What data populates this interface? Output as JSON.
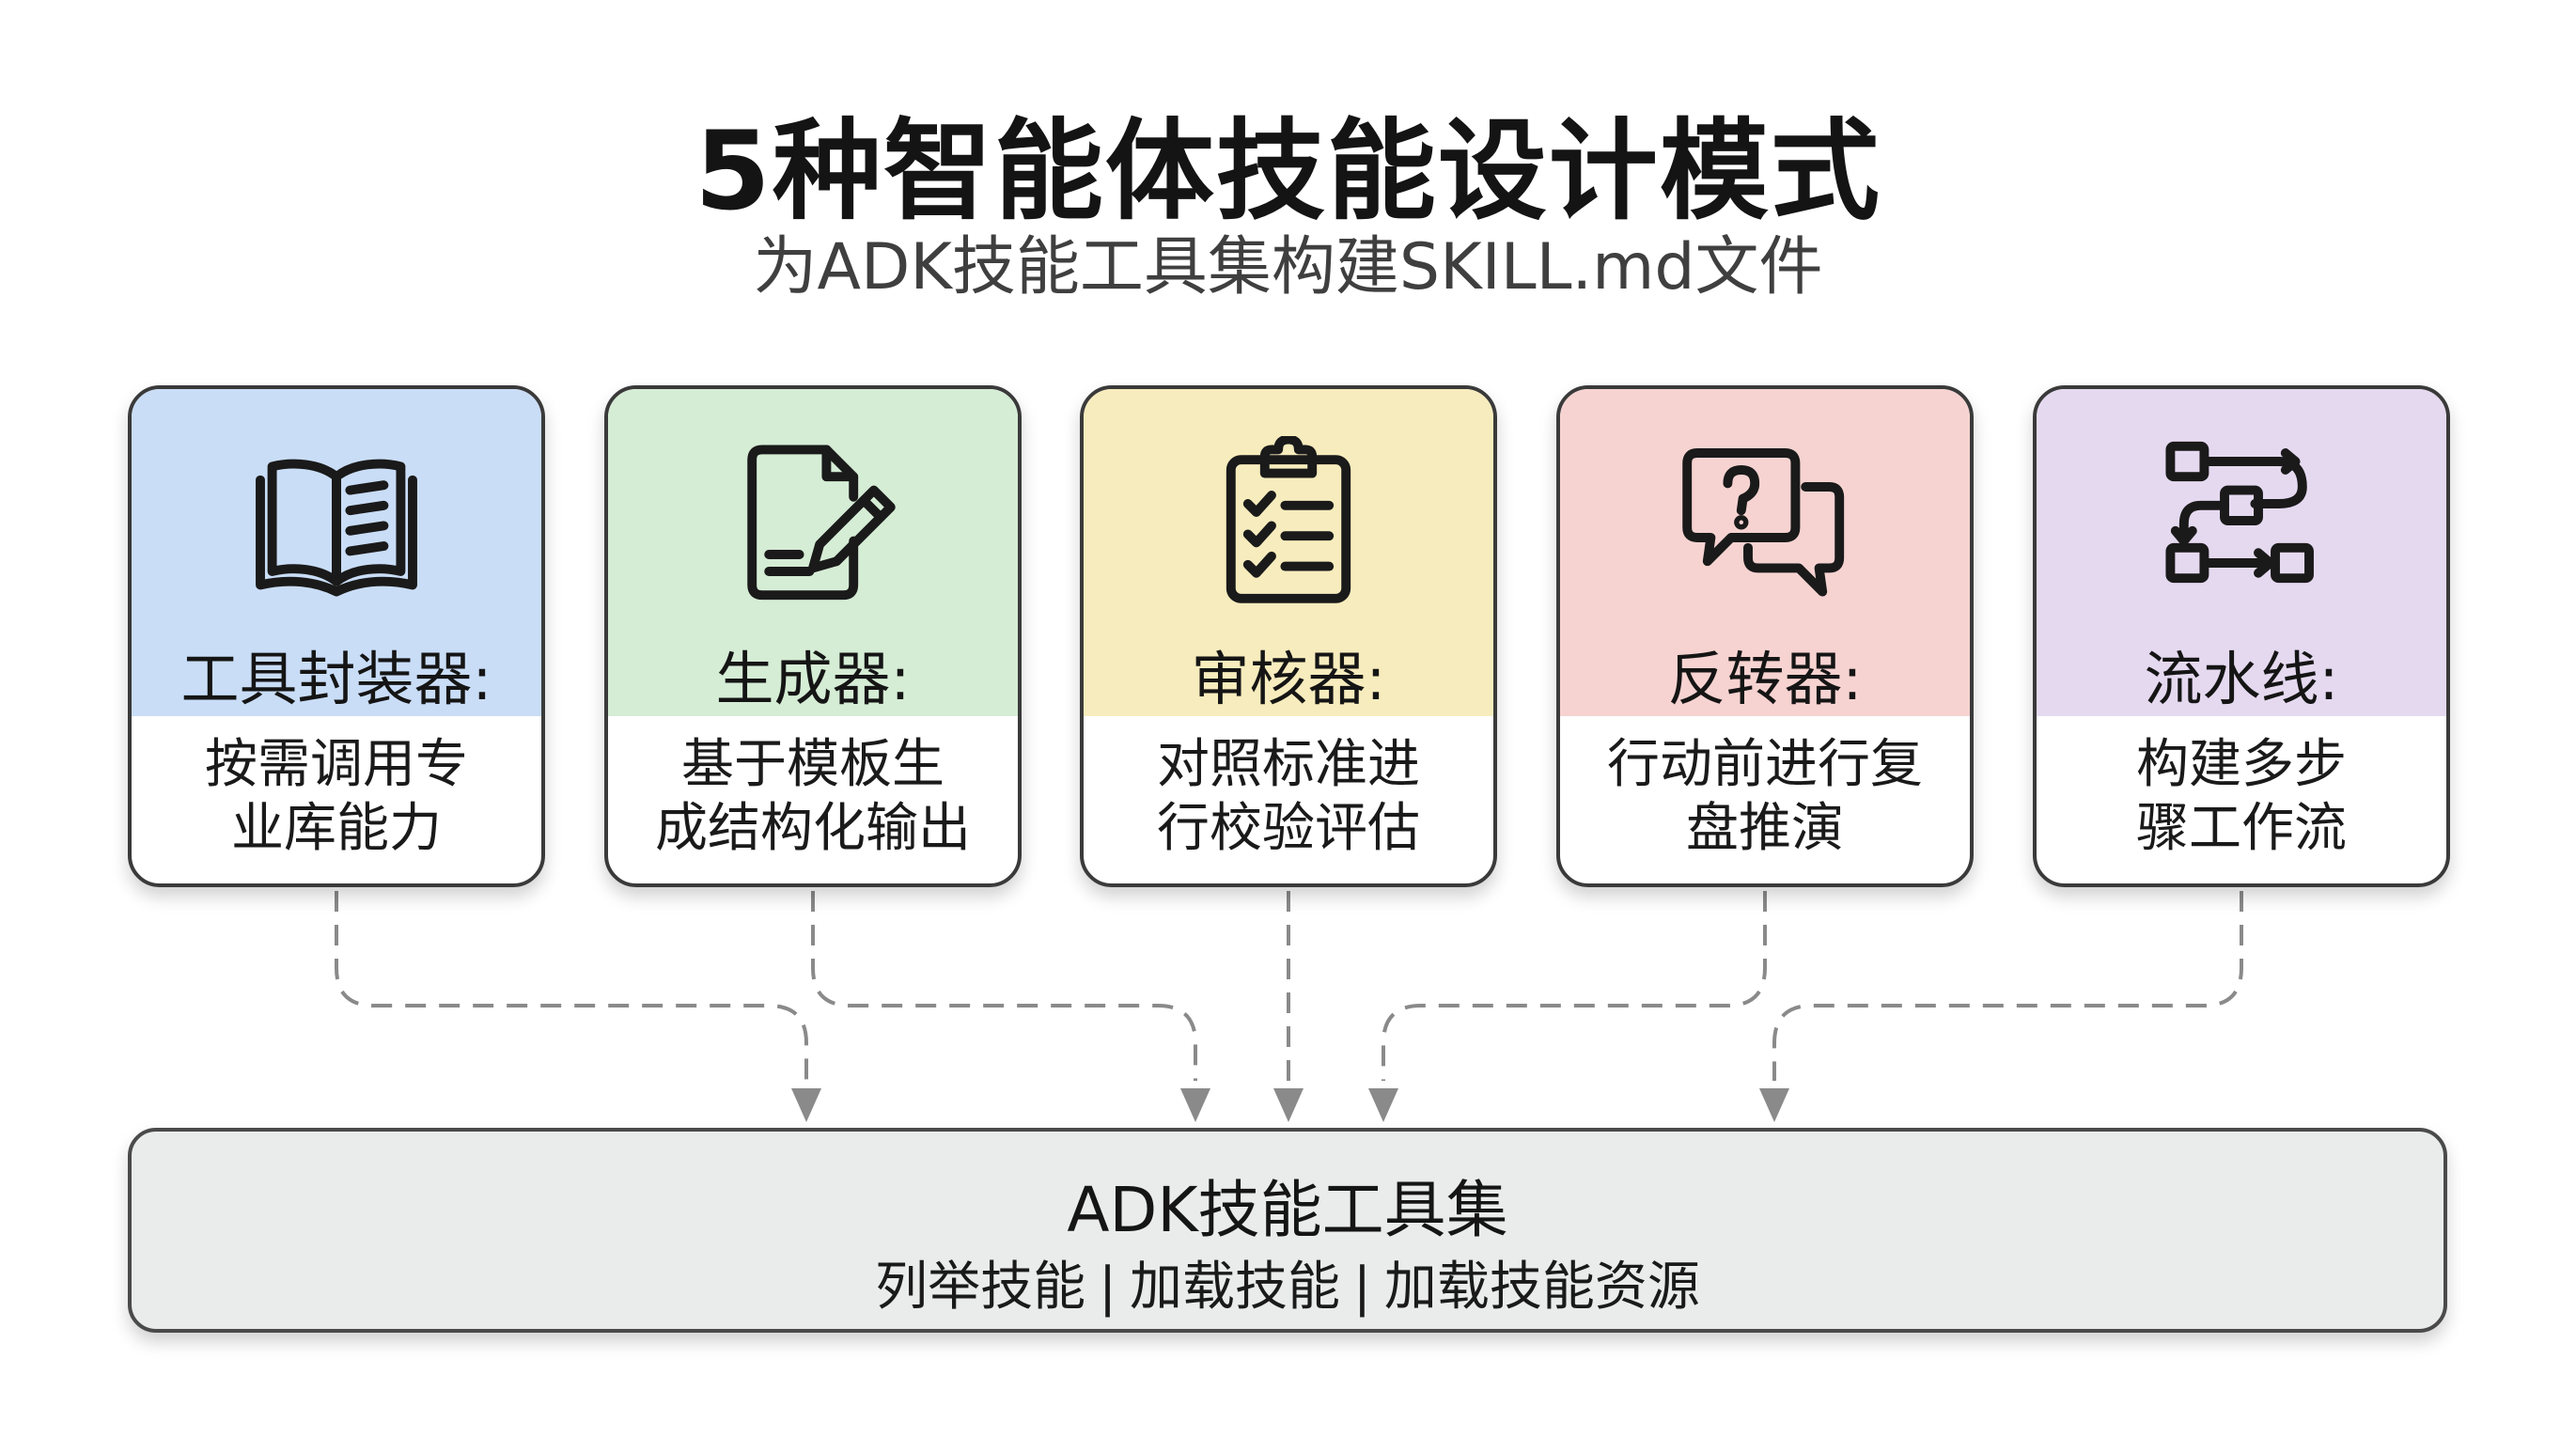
{
  "header": {
    "title": "5种智能体技能设计模式",
    "subtitle": "为ADK技能工具集构建SKILL.md文件"
  },
  "patterns": [
    {
      "title": "工具封装器:",
      "desc_lines": [
        "按需调用专",
        "业库能力"
      ],
      "color": "#c9ddf7",
      "icon": "open-book-icon"
    },
    {
      "title": "生成器:",
      "desc_lines": [
        "基于模板生",
        "成结构化输出"
      ],
      "color": "#d5ecd5",
      "icon": "document-pencil-icon"
    },
    {
      "title": "审核器:",
      "desc_lines": [
        "对照标准进",
        "行校验评估"
      ],
      "color": "#f7ecbd",
      "icon": "clipboard-checklist-icon"
    },
    {
      "title": "反转器:",
      "desc_lines": [
        "行动前进行复",
        "盘推演"
      ],
      "color": "#f6d3d1",
      "icon": "question-chat-icon"
    },
    {
      "title": "流水线:",
      "desc_lines": [
        "构建多步",
        "骤工作流"
      ],
      "color": "#e5d9f0",
      "icon": "workflow-icon"
    }
  ],
  "toolkit": {
    "title": "ADK技能工具集",
    "actions": [
      "列举技能",
      "加载技能",
      "加载技能资源"
    ],
    "color": "#e9ecea"
  }
}
